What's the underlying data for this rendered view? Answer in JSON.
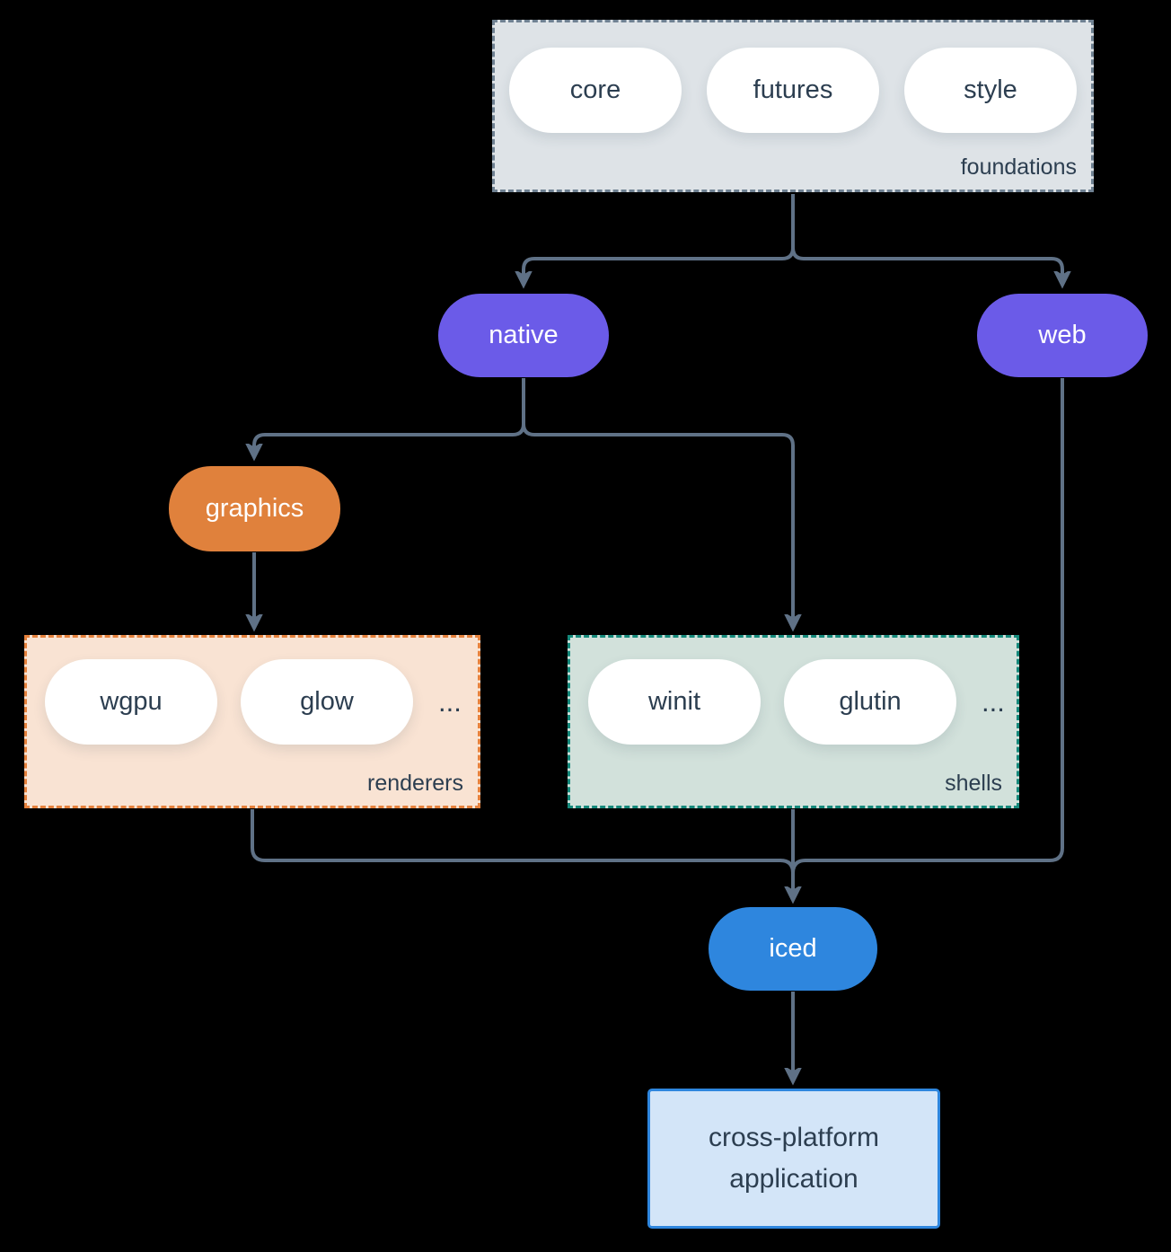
{
  "colors": {
    "background": "#000000",
    "edge": "#5f7186",
    "text-dark": "#2c3e50",
    "pill-white": "#ffffff",
    "purple": "#6b5be8",
    "orange": "#e0813c",
    "blue": "#2e86de",
    "foundations-bg": "#dee3e7",
    "foundations-border": "#6f8192",
    "renderers-bg": "#f9e3d3",
    "renderers-border": "#e5813c",
    "shells-bg": "#d2e1db",
    "shells-border": "#15897b",
    "app-bg": "#d3e5f8",
    "app-border": "#2e86de"
  },
  "diagram": {
    "foundations": {
      "label": "foundations",
      "pills": [
        "core",
        "futures",
        "style"
      ]
    },
    "native": {
      "label": "native"
    },
    "web": {
      "label": "web"
    },
    "graphics": {
      "label": "graphics"
    },
    "renderers": {
      "label": "renderers",
      "pills": [
        "wgpu",
        "glow"
      ],
      "ellipsis": "..."
    },
    "shells": {
      "label": "shells",
      "pills": [
        "winit",
        "glutin"
      ],
      "ellipsis": "..."
    },
    "iced": {
      "label": "iced"
    },
    "application": {
      "label": "cross-platform application"
    }
  }
}
